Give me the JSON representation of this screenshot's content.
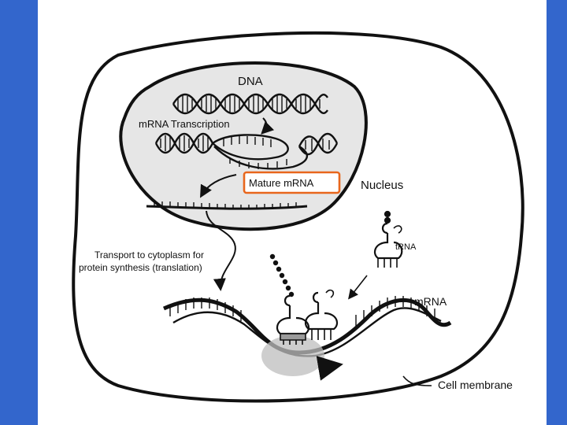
{
  "colors": {
    "side_bars": "#3366cc",
    "nucleus_fill": "#e6e6e6",
    "ink": "#111111",
    "highlight_box": "#e8661c",
    "ribosome": "#bdbdbd"
  },
  "labels": {
    "dna": "DNA",
    "transcription": "mRNA Transcription",
    "mature_mrna": "Mature mRNA",
    "nucleus": "Nucleus",
    "trna": "tRNA",
    "transport_line1": "Transport to cytoplasm for",
    "transport_line2": "protein synthesis (translation)",
    "mrna": "mRNA",
    "cell_membrane": "Cell membrane"
  }
}
